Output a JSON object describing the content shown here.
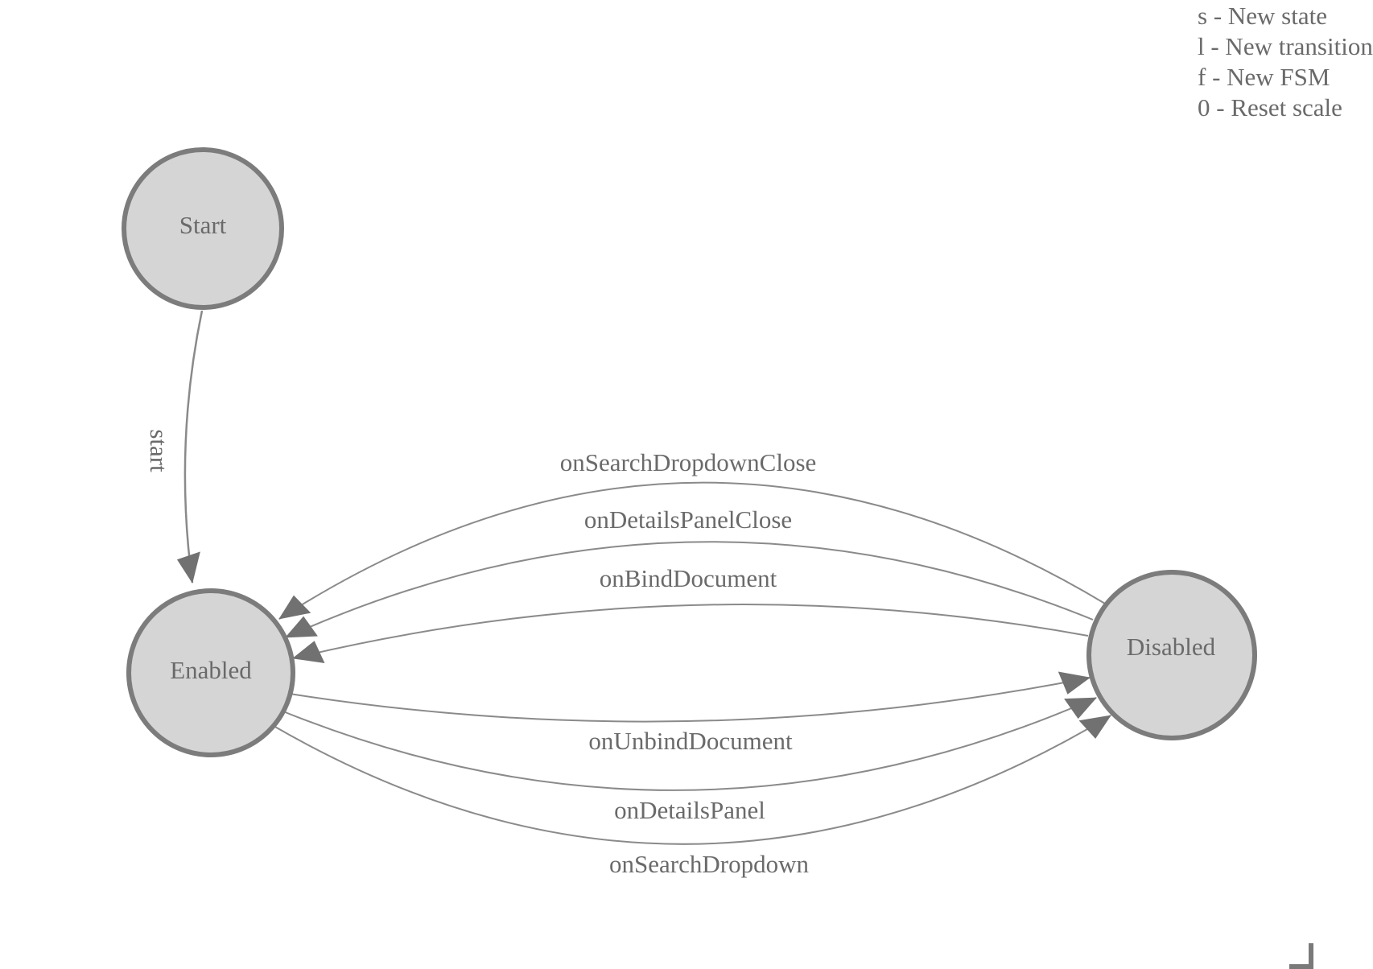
{
  "legend": {
    "shortcuts": [
      "s - New state",
      "l - New transition",
      "f - New FSM",
      "0 - Reset scale"
    ]
  },
  "diagram": {
    "states": [
      {
        "label": "Start"
      },
      {
        "label": "Enabled"
      },
      {
        "label": "Disabled"
      }
    ],
    "transitions": [
      {
        "label": "start",
        "from": "Start",
        "to": "Enabled"
      },
      {
        "label": "onSearchDropdownClose",
        "from": "Disabled",
        "to": "Enabled"
      },
      {
        "label": "onDetailsPanelClose",
        "from": "Disabled",
        "to": "Enabled"
      },
      {
        "label": "onBindDocument",
        "from": "Disabled",
        "to": "Enabled"
      },
      {
        "label": "onUnbindDocument",
        "from": "Enabled",
        "to": "Disabled"
      },
      {
        "label": "onDetailsPanel",
        "from": "Enabled",
        "to": "Disabled"
      },
      {
        "label": "onSearchDropdown",
        "from": "Enabled",
        "to": "Disabled"
      }
    ],
    "colors": {
      "node_fill": "#d5d5d5",
      "node_stroke": "#7c7c7c",
      "edge_stroke": "#8a8a8a",
      "arrow_fill": "#717171",
      "label_text": "#6a6a6a"
    }
  }
}
